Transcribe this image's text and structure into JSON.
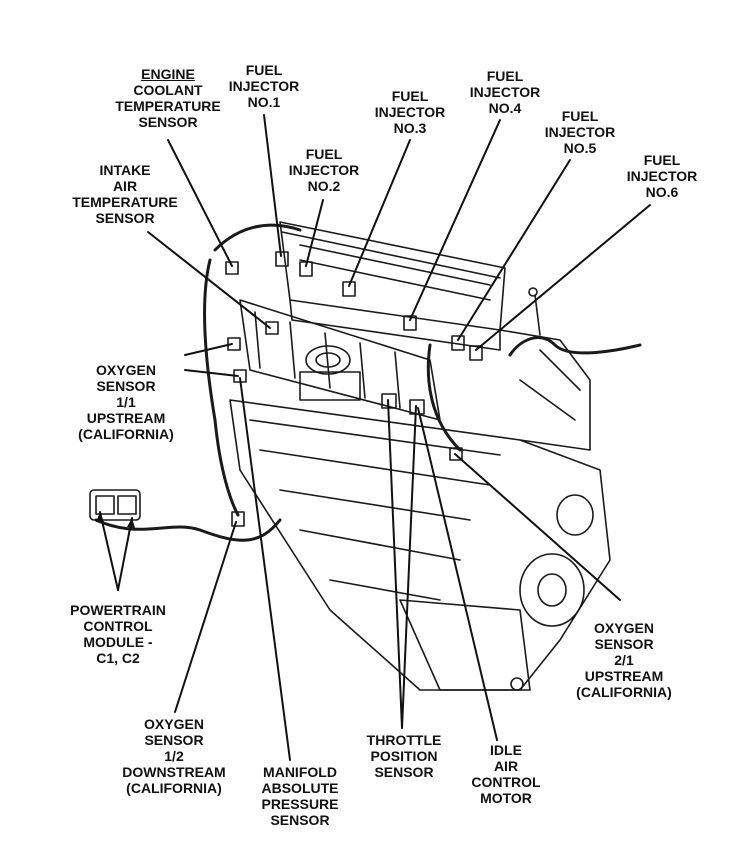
{
  "diagram": {
    "labels": {
      "engine_coolant_temperature_sensor": [
        "ENGINE",
        "COOLANT",
        "TEMPERATURE",
        "SENSOR"
      ],
      "intake_air_temperature_sensor": [
        "INTAKE",
        "AIR",
        "TEMPERATURE",
        "SENSOR"
      ],
      "fuel_injector_1": [
        "FUEL",
        "INJECTOR",
        "NO.1"
      ],
      "fuel_injector_2": [
        "FUEL",
        "INJECTOR",
        "NO.2"
      ],
      "fuel_injector_3": [
        "FUEL",
        "INJECTOR",
        "NO.3"
      ],
      "fuel_injector_4": [
        "FUEL",
        "INJECTOR",
        "NO.4"
      ],
      "fuel_injector_5": [
        "FUEL",
        "INJECTOR",
        "NO.5"
      ],
      "fuel_injector_6": [
        "FUEL",
        "INJECTOR",
        "NO.6"
      ],
      "oxygen_sensor_1_1": [
        "OXYGEN",
        "SENSOR",
        "1/1",
        "UPSTREAM",
        "(CALIFORNIA)"
      ],
      "powertrain_control_module": [
        "POWERTRAIN",
        "CONTROL",
        "MODULE -",
        "C1, C2"
      ],
      "oxygen_sensor_1_2": [
        "OXYGEN",
        "SENSOR",
        "1/2",
        "DOWNSTREAM",
        "(CALIFORNIA)"
      ],
      "manifold_absolute_pressure_sensor": [
        "MANIFOLD",
        "ABSOLUTE",
        "PRESSURE",
        "SENSOR"
      ],
      "throttle_position_sensor": [
        "THROTTLE",
        "POSITION",
        "SENSOR"
      ],
      "idle_air_control_motor": [
        "IDLE",
        "AIR",
        "CONTROL",
        "MOTOR"
      ],
      "oxygen_sensor_2_1": [
        "OXYGEN",
        "SENSOR",
        "2/1",
        "UPSTREAM",
        "(CALIFORNIA)"
      ]
    }
  }
}
